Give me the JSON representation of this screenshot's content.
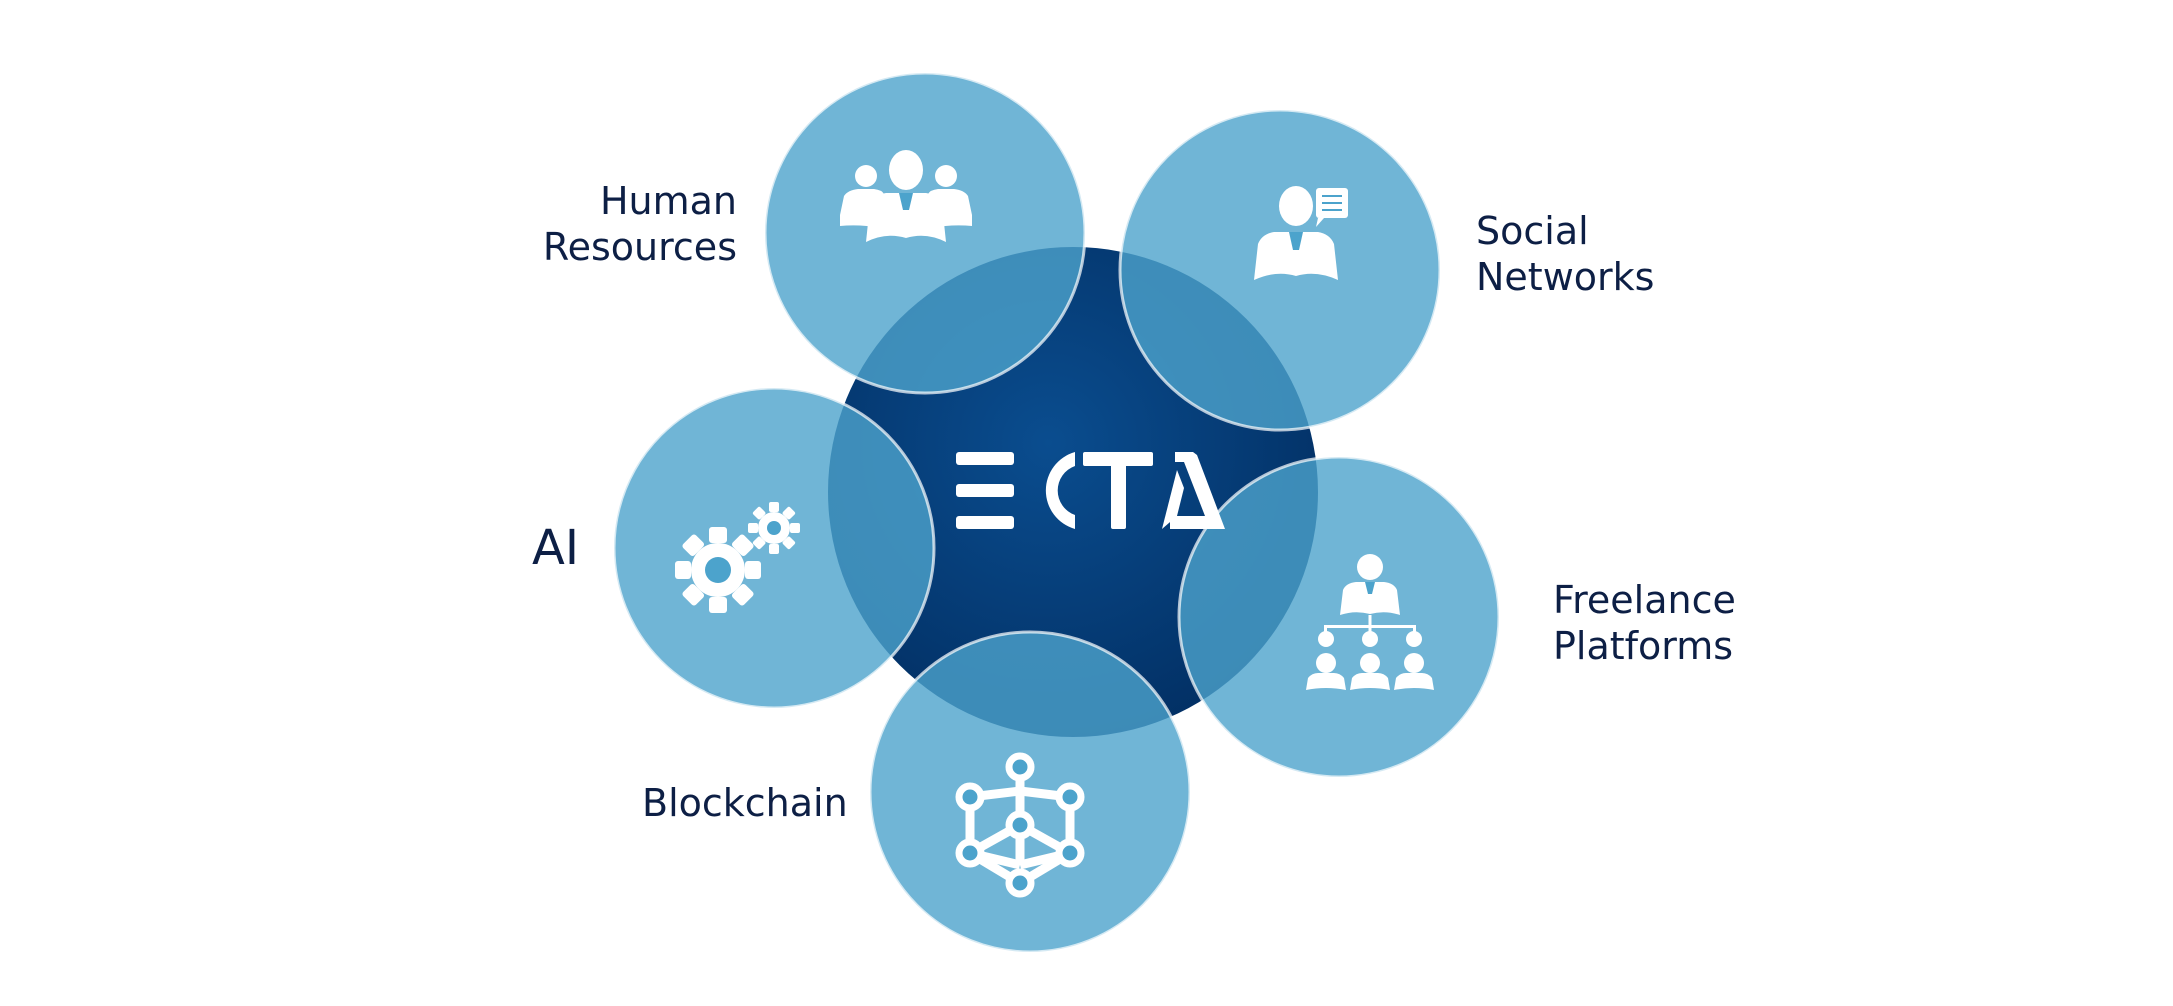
{
  "center": {
    "logo_text": "ECTA"
  },
  "nodes": [
    {
      "id": "human-resources",
      "label_lines": [
        "Human",
        "Resources"
      ],
      "icon": "team-icon"
    },
    {
      "id": "social-networks",
      "label_lines": [
        "Social",
        "Networks"
      ],
      "icon": "person-chat-icon"
    },
    {
      "id": "ai",
      "label_lines": [
        "AI"
      ],
      "icon": "gears-icon"
    },
    {
      "id": "freelance-platforms",
      "label_lines": [
        "Freelance",
        "Platforms"
      ],
      "icon": "org-chart-icon"
    },
    {
      "id": "blockchain",
      "label_lines": [
        "Blockchain"
      ],
      "icon": "network-nodes-icon"
    }
  ],
  "colors": {
    "center": "#043c78",
    "node": "#4ca3cc",
    "label": "#0d1f45",
    "icon": "#ffffff"
  }
}
